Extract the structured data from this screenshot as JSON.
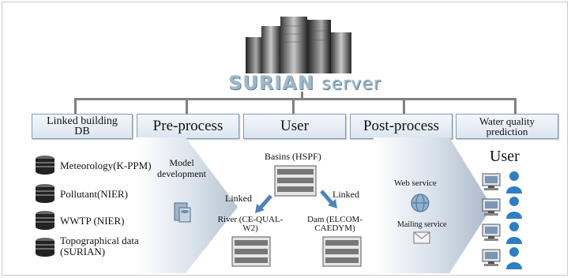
{
  "title": {
    "main": "SURIAN",
    "sub": "server"
  },
  "categories": {
    "linked_db": "Linked building DB",
    "pre_process": "Pre-process",
    "user": "User",
    "post_process": "Post-process",
    "prediction": "Water quality prediction"
  },
  "data_sources": [
    {
      "label": "Meteorology(K-PPM)"
    },
    {
      "label": "Pollutant(NIER)"
    },
    {
      "label": "WWTP (NIER)"
    },
    {
      "label": "Topographical data (SURIAN)"
    }
  ],
  "pre_process": {
    "label": "Model development"
  },
  "models": {
    "top": "Basins (HSPF)",
    "left_link": "Linked",
    "right_link": "Linked",
    "river": "River (CE-QUAL-W2)",
    "dam": "Dam (ELCOM-CAEDYM)"
  },
  "services": {
    "web": "Web service",
    "mail": "Mailing service"
  },
  "users_label": "User",
  "colors": {
    "box_border": "#7f9cb6",
    "box_fill_top": "#f3f7fb",
    "box_fill_bottom": "#dbe5ef",
    "connector": "#808080",
    "arrow": "#4f81bd"
  }
}
